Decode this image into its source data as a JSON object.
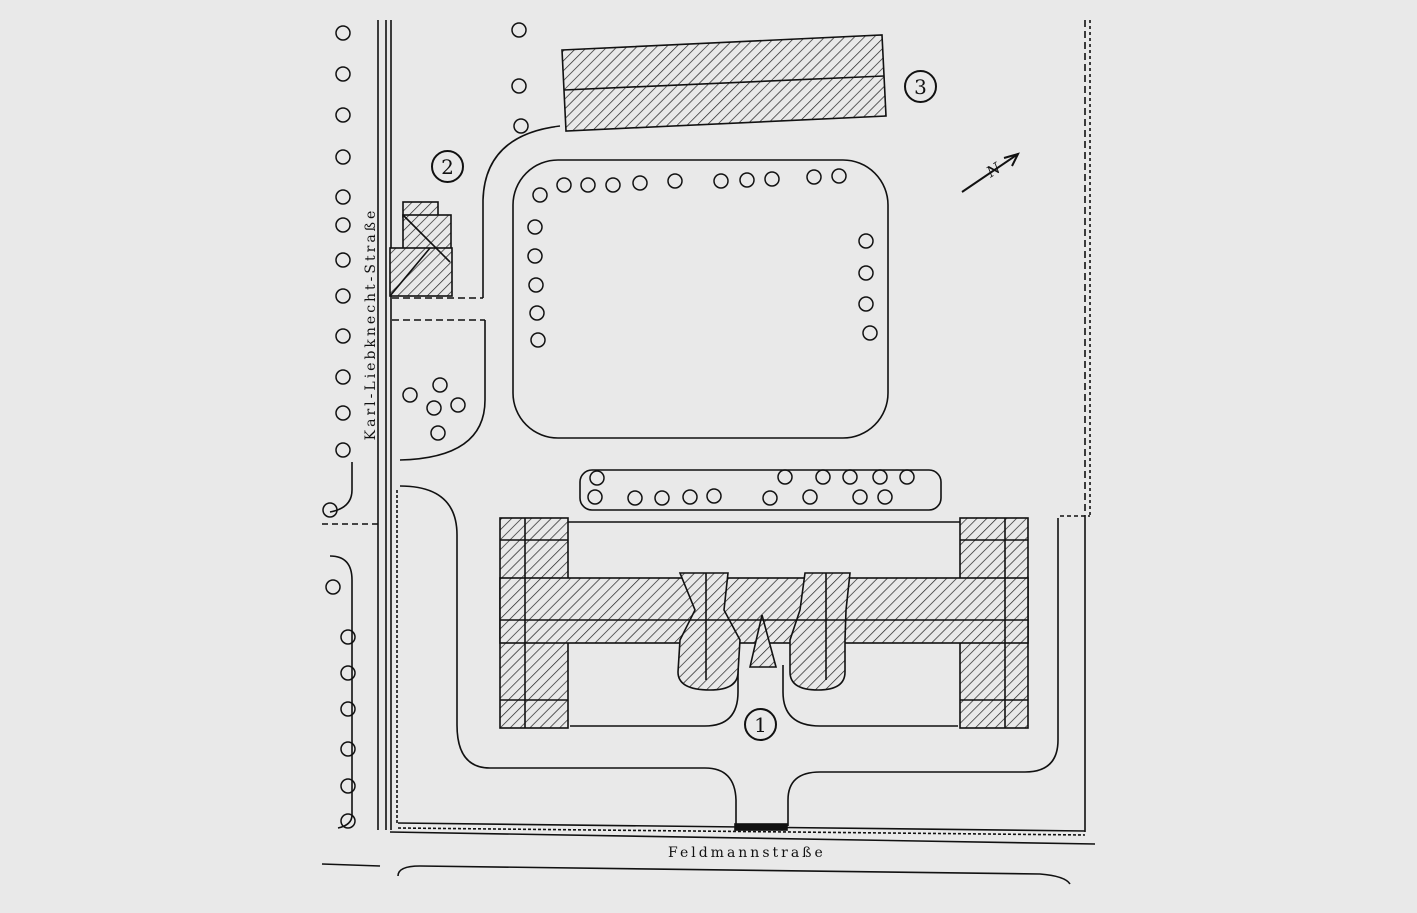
{
  "streets": {
    "bottom": "Feldmannstraße",
    "left": "Karl-Liebknecht-Straße"
  },
  "markers": [
    "1",
    "2",
    "3"
  ],
  "north_arrow": {
    "label": "N"
  },
  "colors": {
    "ink": "#111111",
    "paper": "#e9e9e9"
  }
}
